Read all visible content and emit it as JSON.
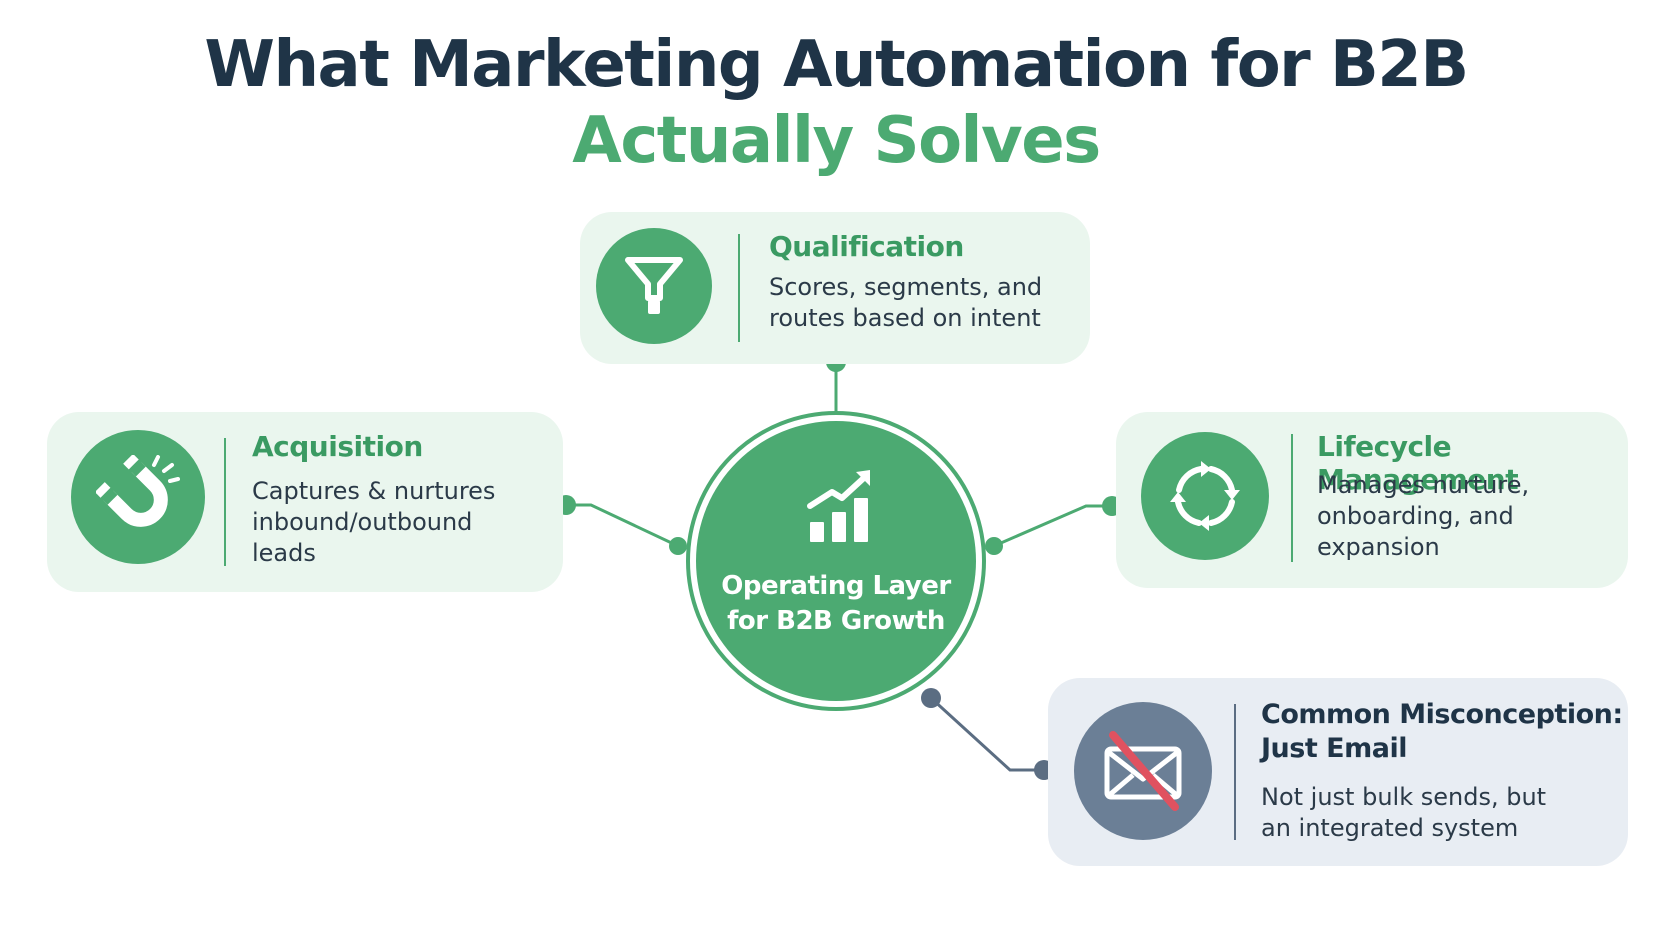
{
  "title": {
    "line1": "What Marketing Automation for B2B",
    "line2": "Actually Solves"
  },
  "hub": {
    "line1": "Operating Layer",
    "line2": "for B2B Growth",
    "icon": "bar-chart-growth-icon"
  },
  "cards": {
    "qualification": {
      "title": "Qualification",
      "desc_line1": "Scores, segments, and",
      "desc_line2": "routes based on intent",
      "icon": "funnel-icon"
    },
    "acquisition": {
      "title": "Acquisition",
      "desc_line1": "Captures & nurtures",
      "desc_line2": "inbound/outbound",
      "desc_line3": "leads",
      "icon": "magnet-icon"
    },
    "lifecycle": {
      "title": "Lifecycle Management",
      "desc_line1": "Manages nurture,",
      "desc_line2": "onboarding, and",
      "desc_line3": "expansion",
      "icon": "cycle-arrows-icon"
    },
    "misconception": {
      "title_line1": "Common Misconception:",
      "title_line2": "Just Email",
      "desc_line1": "Not just bulk sends, but",
      "desc_line2": "an integrated system",
      "icon": "crossed-envelope-icon"
    }
  },
  "colors": {
    "navy": "#1f3447",
    "green": "#4caa72",
    "light_green": "#eaf6ee",
    "slate": "#6b7f96",
    "light_grey": "#e8edf3",
    "red": "#e05260"
  }
}
